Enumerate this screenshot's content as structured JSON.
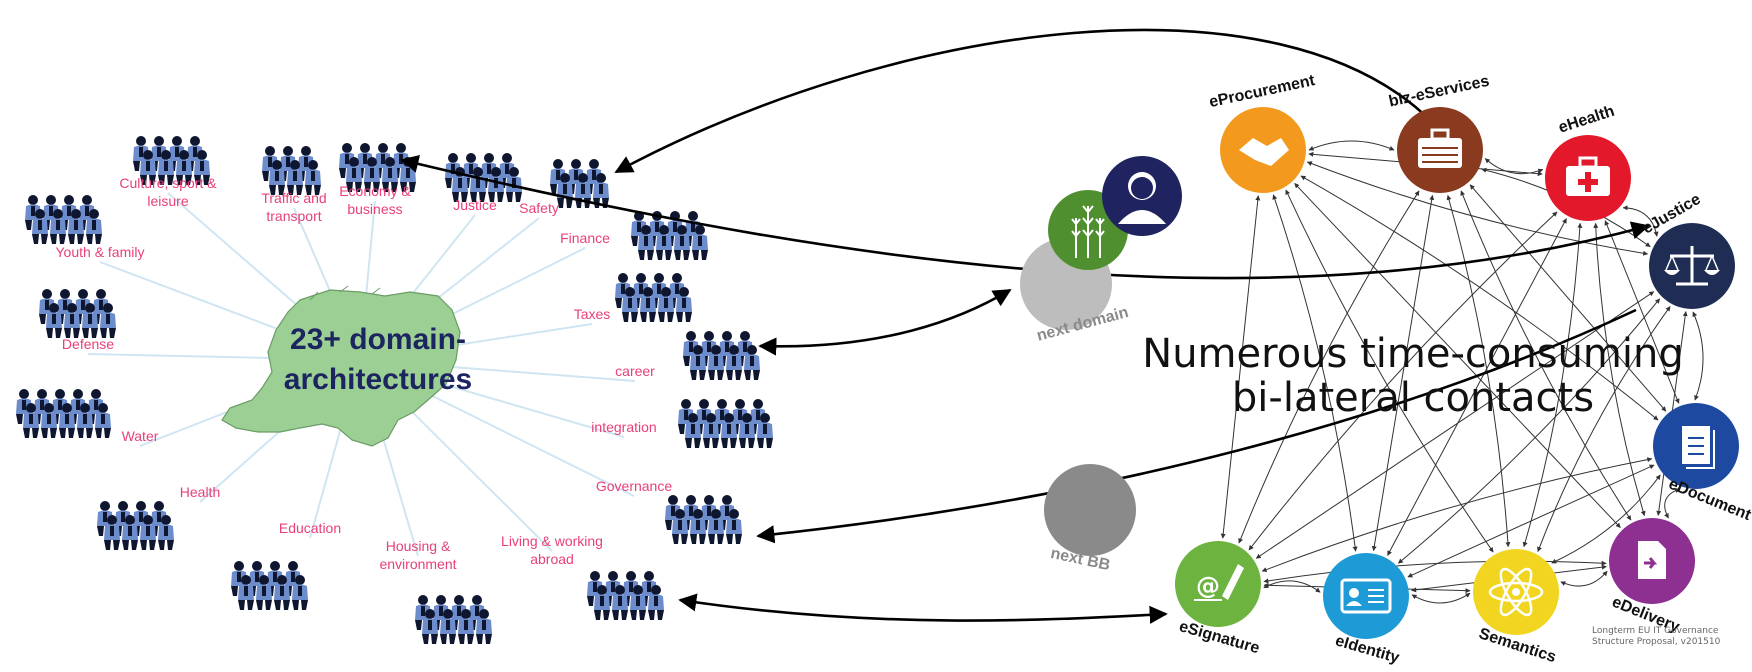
{
  "left_panel": {
    "title": "23+ domain-architectures",
    "title_lines": [
      "23+ domain-",
      "architectures"
    ],
    "domains": [
      {
        "id": "culture",
        "label_lines": [
          "Culture, sport &",
          "leisure"
        ]
      },
      {
        "id": "traffic",
        "label_lines": [
          "Traffic and",
          "transport"
        ]
      },
      {
        "id": "economy",
        "label_lines": [
          "Economy &",
          "business"
        ]
      },
      {
        "id": "justice",
        "label_lines": [
          "Justice"
        ]
      },
      {
        "id": "safety",
        "label_lines": [
          "Safety"
        ]
      },
      {
        "id": "youth",
        "label_lines": [
          "Youth & family"
        ]
      },
      {
        "id": "finance",
        "label_lines": [
          "Finance"
        ]
      },
      {
        "id": "defense",
        "label_lines": [
          "Defense"
        ]
      },
      {
        "id": "taxes",
        "label_lines": [
          "Taxes"
        ]
      },
      {
        "id": "career",
        "label_lines": [
          "career"
        ]
      },
      {
        "id": "water",
        "label_lines": [
          "Water"
        ]
      },
      {
        "id": "integration",
        "label_lines": [
          "integration"
        ]
      },
      {
        "id": "health",
        "label_lines": [
          "Health"
        ]
      },
      {
        "id": "governance",
        "label_lines": [
          "Governance"
        ]
      },
      {
        "id": "education",
        "label_lines": [
          "Education"
        ]
      },
      {
        "id": "housing",
        "label_lines": [
          "Housing &",
          "environment"
        ]
      },
      {
        "id": "living",
        "label_lines": [
          "Living & working",
          "abroad"
        ]
      }
    ]
  },
  "middle": {
    "next_domain_label": "next domain",
    "next_bb_label": "next BB"
  },
  "right_panel": {
    "headline_lines": [
      "Numerous time-consuming",
      "bi-lateral contacts"
    ],
    "building_blocks": [
      {
        "id": "eprocurement",
        "label": "eProcurement",
        "color": "#f39a1e",
        "icon": "handshake-icon"
      },
      {
        "id": "bizeservices",
        "label": "biz-eServices",
        "color": "#8a3a1f",
        "icon": "briefcase-icon"
      },
      {
        "id": "ehealth",
        "label": "eHealth",
        "color": "#e3182b",
        "icon": "medical-kit-icon"
      },
      {
        "id": "ejustice",
        "label": "eJustice",
        "color": "#1f2d55",
        "icon": "scales-icon"
      },
      {
        "id": "edocument",
        "label": "eDocument",
        "color": "#1d4aa0",
        "icon": "document-icon"
      },
      {
        "id": "edelivery",
        "label": "eDelivery",
        "color": "#8e2f92",
        "icon": "delivery-file-icon"
      },
      {
        "id": "semantics",
        "label": "Semantics",
        "color": "#f2d521",
        "icon": "atom-icon"
      },
      {
        "id": "eidentity",
        "label": "eIdentity",
        "color": "#1e9ad6",
        "icon": "id-card-icon"
      },
      {
        "id": "esignature",
        "label": "eSignature",
        "color": "#6cb33f",
        "icon": "pen-signature-icon"
      }
    ],
    "footnote_lines": [
      "Longterm EU IT Governance",
      "Structure Proposal, v201510"
    ]
  },
  "colors": {
    "domain_label": "#e8407a",
    "title": "#1d2560",
    "map_green": "#9ccf94",
    "spoke": "#cfe6f2",
    "person_shirt": "#6c8ccc",
    "person_dark": "#0e1630",
    "next_domain_circle": "#bdbdbd",
    "next_bb_circle": "#8a8a8a",
    "agri_green": "#4f8f2f",
    "person_badge": "#1f2360"
  }
}
